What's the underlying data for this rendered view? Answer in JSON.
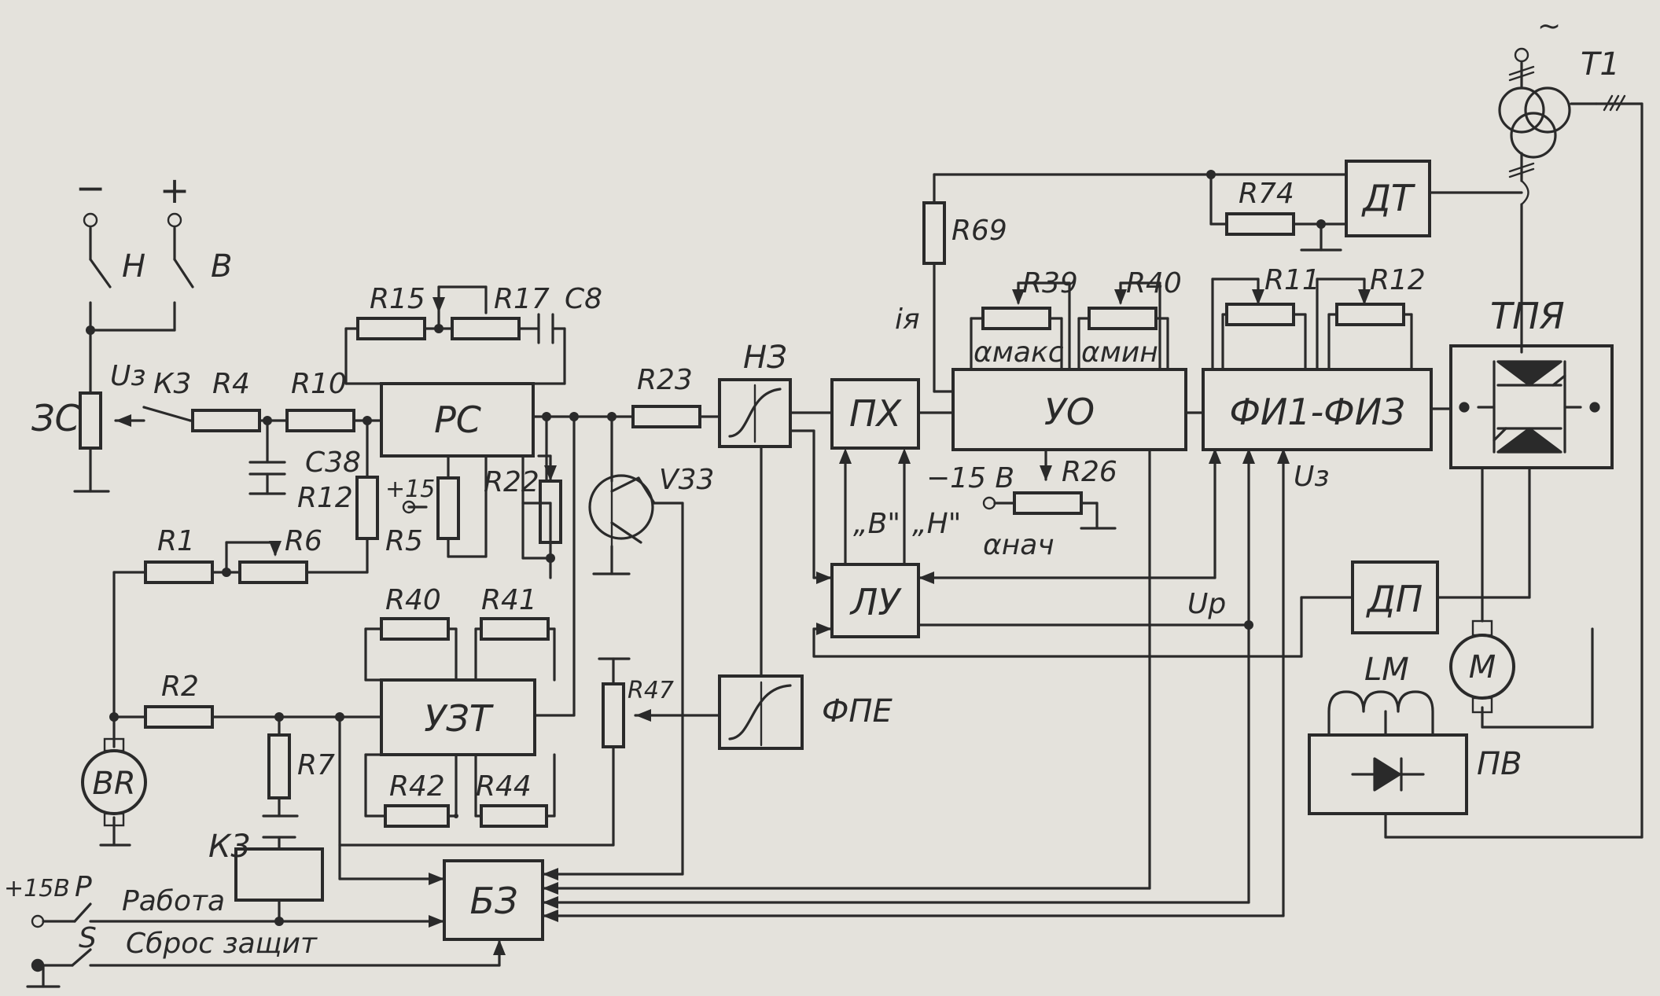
{
  "blocks": {
    "zs": "ЗС",
    "rs": "РС",
    "nz": "НЗ",
    "ph": "ПХ",
    "uo": "УО",
    "fi": "ФИ1-ФИЗ",
    "tpya": "ТПЯ",
    "dt": "ДТ",
    "dp": "ДП",
    "lu": "ЛУ",
    "uzt": "УЗТ",
    "fpe": "ФПЕ",
    "bz": "БЗ",
    "pv": "ПВ",
    "m": "M",
    "br": "BR",
    "lm": "LM",
    "t1": "T1",
    "k3coil": "К3"
  },
  "labels": {
    "minus": "−",
    "plus": "+",
    "h": "H",
    "b": "B",
    "u3_left": "Uз",
    "k3": "К3",
    "r4": "R4",
    "r10": "R10",
    "r15": "R15",
    "r17": "R17",
    "c8": "C8",
    "c38": "C38",
    "r12a": "R12",
    "r1": "R1",
    "r6": "R6",
    "r5": "R5",
    "p15": "+15",
    "r22": "R22",
    "r23": "R23",
    "v33": "V33",
    "r40a": "R40",
    "r41": "R41",
    "r42": "R42",
    "r44": "R44",
    "r2": "R2",
    "r7": "R7",
    "r47": "R47",
    "r69": "R69",
    "r74": "R74",
    "iya": "iя",
    "r39": "R39",
    "r40b": "R40",
    "amax": "αмакс",
    "amin": "αмин",
    "r11": "R11",
    "r12b": "R12",
    "m15": "−15 В",
    "r26": "R26",
    "anach": "αнач",
    "u3_right": "Uз",
    "b_q": "„В\"",
    "h_q": "„Н\"",
    "up": "Uр",
    "p15v": "+15В",
    "p": "P",
    "s": "S",
    "rabota": "Работа",
    "sbros": "Сброс защит",
    "tilde": "~"
  }
}
